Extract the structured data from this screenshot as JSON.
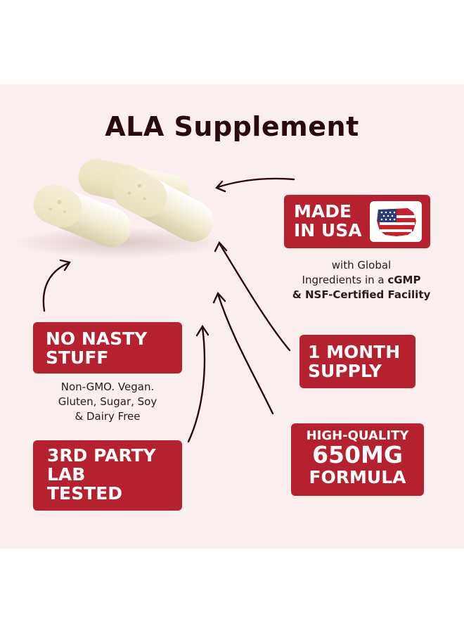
{
  "title": "ALA Supplement",
  "badges": {
    "made_in_usa": {
      "line1": "MADE",
      "line2": "IN USA",
      "flag_icon": "us-map-flag-icon"
    },
    "no_nasty": {
      "line1": "NO NASTY",
      "line2": "STUFF"
    },
    "one_month": {
      "line1": "1 MONTH",
      "line2": "SUPPLY"
    },
    "third_party": {
      "line1": "3RD PARTY",
      "line2": "LAB",
      "line3": "TESTED"
    },
    "high_quality": {
      "line1": "HIGH-QUALITY",
      "line2": "650MG",
      "line3": "FORMULA"
    }
  },
  "captions": {
    "usa": {
      "line1": "with Global",
      "line2a": "Ingredients in a ",
      "line2b": "cGMP",
      "line3": "& NSF-Certified Facility"
    },
    "nasty": {
      "line1": "Non-GMO. Vegan.",
      "line2": "Gluten, Sugar, Soy",
      "line3": "& Dairy Free"
    }
  },
  "colors": {
    "badge_red": "#b5212e",
    "title": "#2a0a0c",
    "background": "#fbeeee"
  }
}
